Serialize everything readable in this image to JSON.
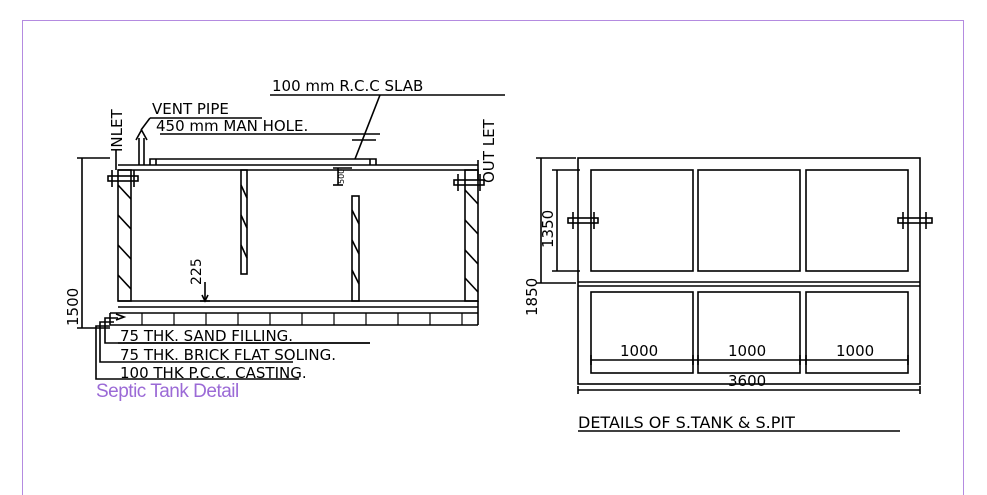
{
  "colors": {
    "frame": "#b48be0",
    "caption": "#9b6ad6",
    "ink": "#000000"
  },
  "septic_section": {
    "slab_label": "100  mm  R.C.C  SLAB",
    "vent_pipe_label": "VENT  PIPE",
    "manhole_label": "450  mm    MAN  HOLE.",
    "inlet_label": "INLET",
    "outlet_label": "OUT  LET",
    "dim_500": "500",
    "dim_225": "225",
    "dim_1500": "1500",
    "layer_sand": "75   THK.  SAND  FILLING.",
    "layer_brick": "75  THK.  BRICK  FLAT  SOLING.",
    "layer_pcc": "100  THK  P.C.C.  CASTING."
  },
  "plan": {
    "dim_1350": "1350",
    "dim_1850": "1850",
    "bay_1": "1000",
    "bay_2": "1000",
    "bay_3": "1000",
    "total": "3600",
    "title": "DETAILS  OF  S.TANK  &  S.PIT"
  },
  "caption": "Septic Tank Detail"
}
